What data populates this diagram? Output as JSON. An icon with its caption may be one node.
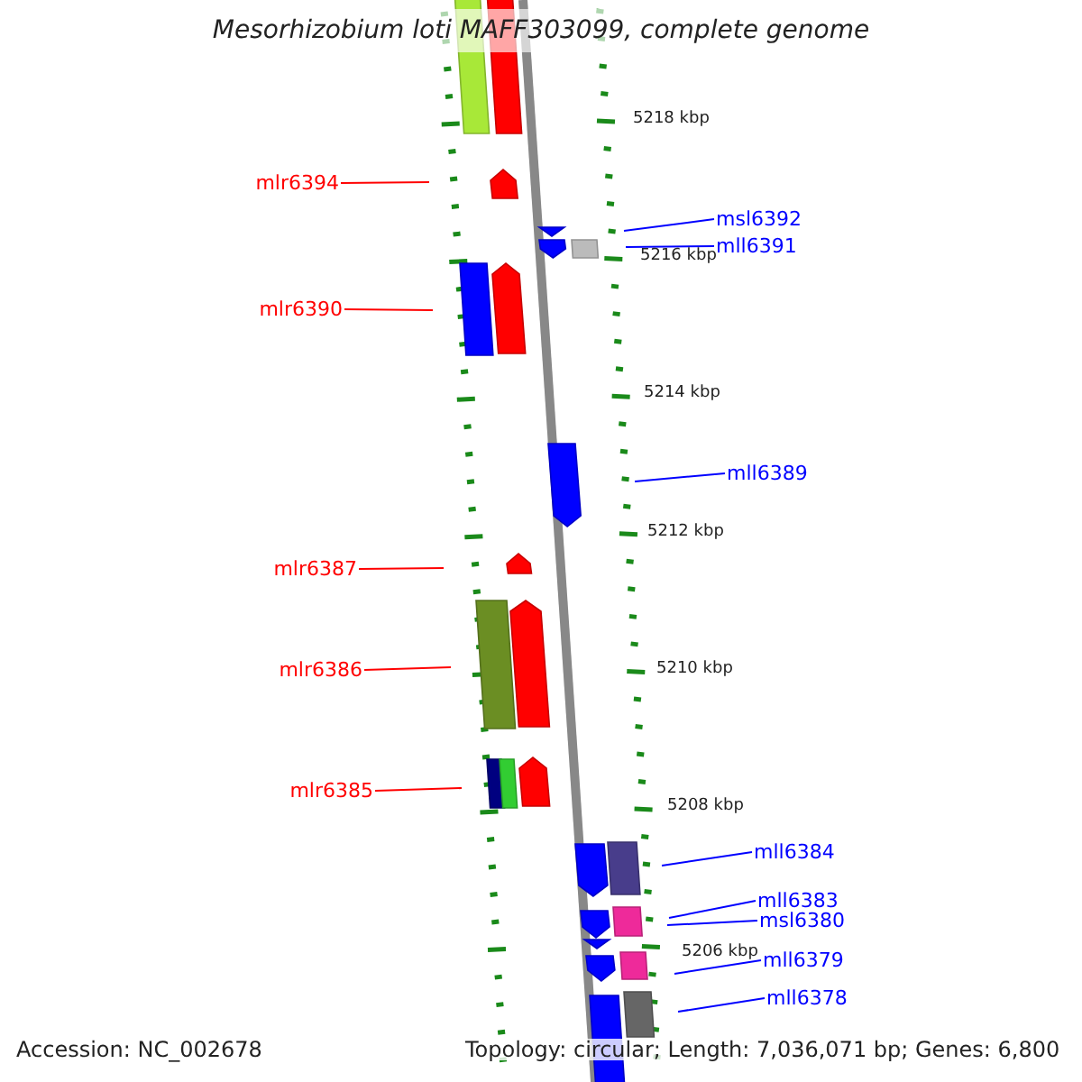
{
  "diagram": {
    "title": "Mesorhizobium loti MAFF303099, complete genome",
    "nodes": [
      {
        "text": [
          "mlr6394"
        ]
      },
      {
        "text": [
          "msl6392"
        ]
      },
      {
        "text": [
          "mll6391"
        ]
      },
      {
        "text": [
          "mlr6390"
        ]
      },
      {
        "text": [
          "mll6389"
        ]
      },
      {
        "text": [
          "mlr6387"
        ]
      },
      {
        "text": [
          "mlr6386"
        ]
      },
      {
        "text": [
          "mlr6385"
        ]
      },
      {
        "text": [
          "mll6384"
        ]
      },
      {
        "text": [
          "mll6383"
        ]
      },
      {
        "text": [
          "msl6380"
        ]
      },
      {
        "text": [
          "mll6379"
        ]
      },
      {
        "text": [
          "mll6378"
        ]
      }
    ],
    "edges": [
      {
        "from": 0,
        "to": null,
        "arrow": "none",
        "color": "#ff0000"
      },
      {
        "from": 1,
        "to": null,
        "arrow": "none"
      },
      {
        "from": 2,
        "to": null,
        "arrow": "none"
      },
      {
        "from": 3,
        "to": null,
        "arrow": "none",
        "color": "#ff0000"
      },
      {
        "from": 4,
        "to": null,
        "arrow": "none"
      },
      {
        "from": 5,
        "to": null,
        "arrow": "none",
        "color": "#ff0000"
      },
      {
        "from": 6,
        "to": null,
        "arrow": "none",
        "color": "#ff0000"
      },
      {
        "from": 7,
        "to": null,
        "arrow": "none",
        "color": "#ff0000"
      },
      {
        "from": 8,
        "to": null,
        "arrow": "none"
      },
      {
        "from": 9,
        "to": null,
        "arrow": "none"
      },
      {
        "from": 10,
        "to": null,
        "arrow": "none"
      },
      {
        "from": 11,
        "to": null,
        "arrow": "none"
      },
      {
        "from": 12,
        "to": null,
        "arrow": "none"
      }
    ],
    "labels": [
      "5218 kbp",
      "5216 kbp",
      "5214 kbp",
      "5212 kbp",
      "5210 kbp",
      "5208 kbp",
      "5206 kbp",
      "Accession: NC_002678",
      "Topology: circular; Length: 7,036,071 bp; Genes: 6,800"
    ]
  }
}
